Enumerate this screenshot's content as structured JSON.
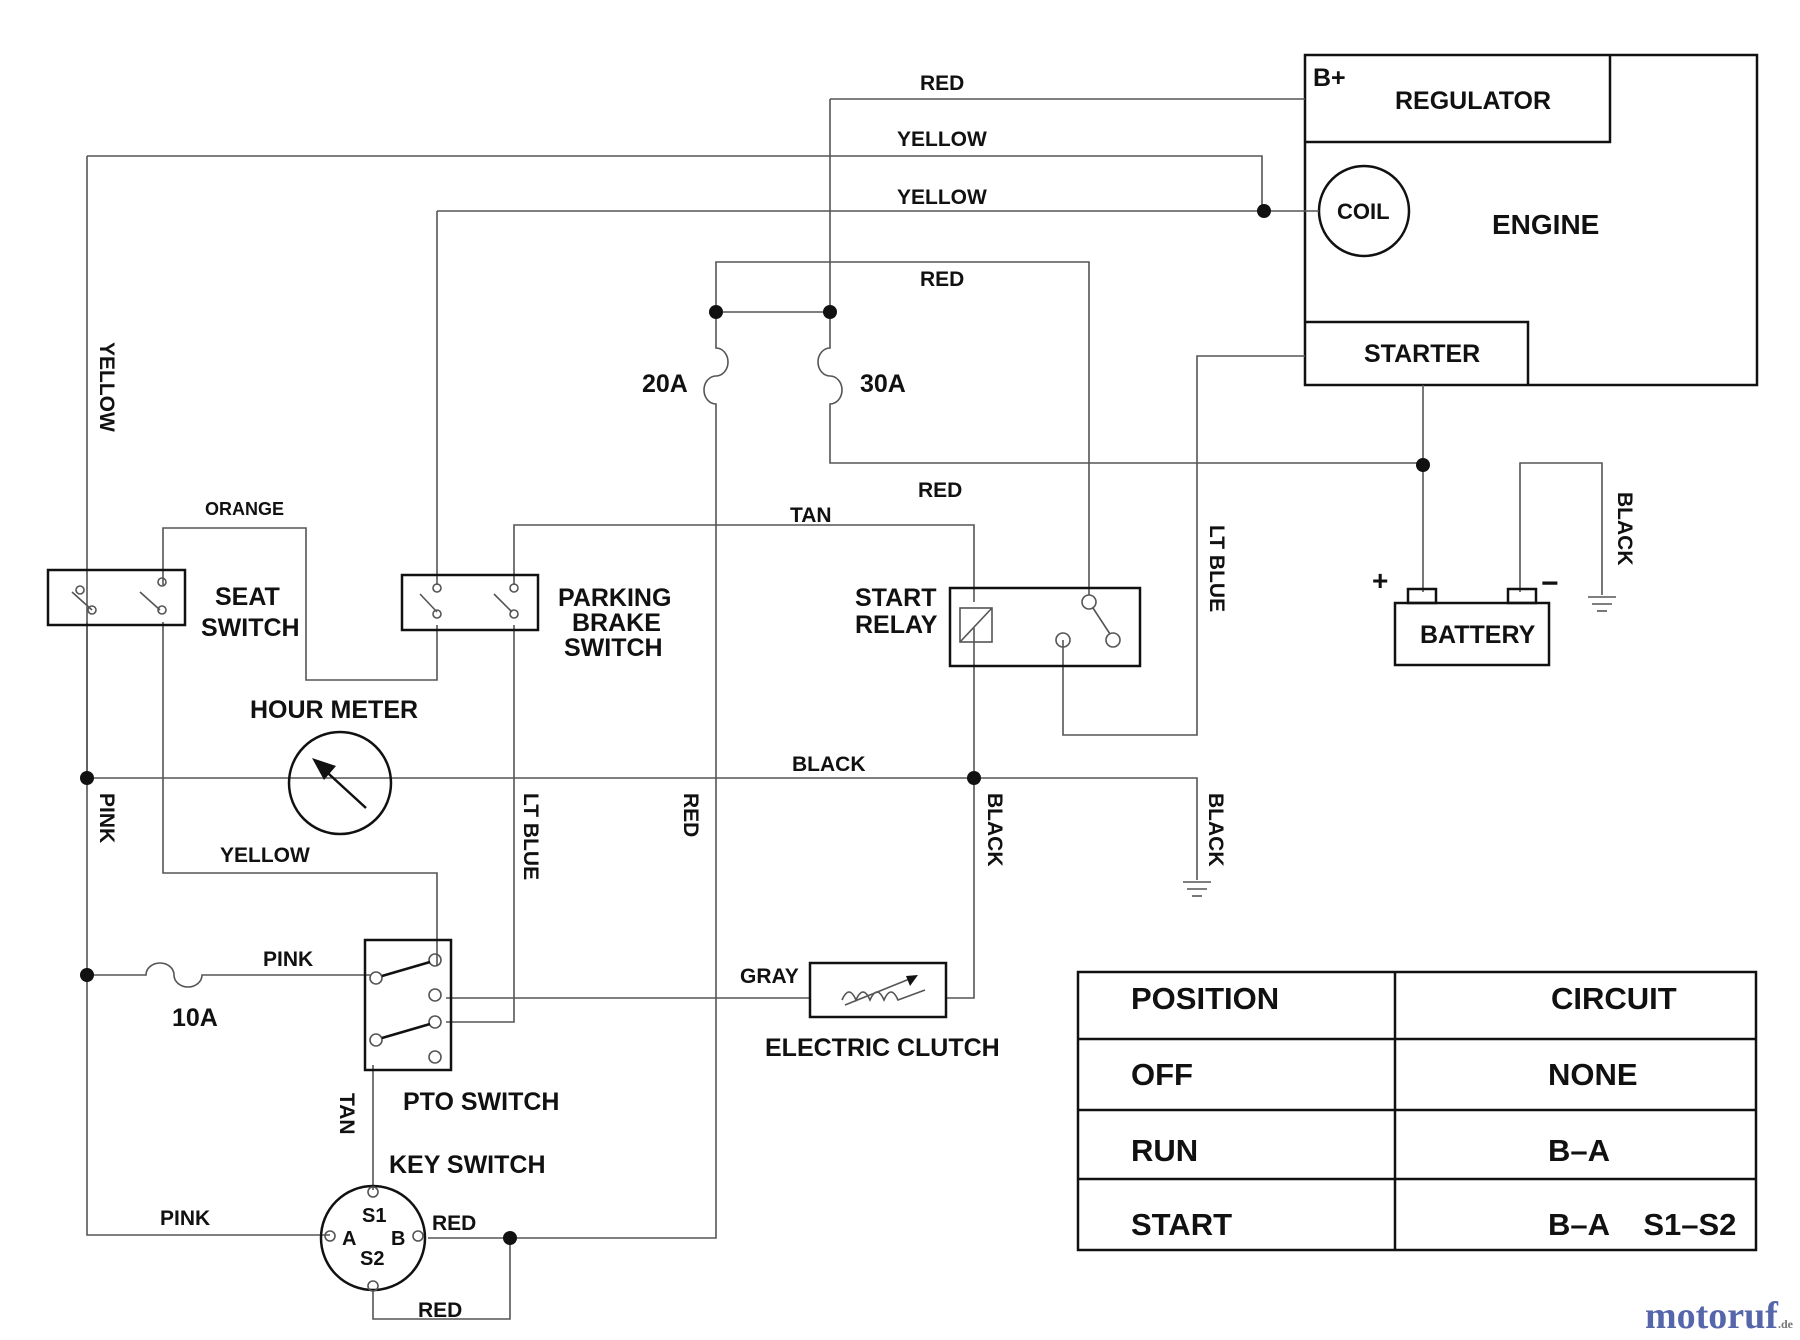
{
  "components": {
    "regulator": "REGULATOR",
    "bplus": "B+",
    "coil": "COIL",
    "engine": "ENGINE",
    "starter": "STARTER",
    "battery": "BATTERY",
    "plus": "+",
    "minus": "−",
    "fuse_20a": "20A",
    "fuse_30a": "30A",
    "fuse_10a": "10A",
    "seat_switch": [
      "SEAT",
      "SWITCH"
    ],
    "parking_brake_switch": [
      "PARKING",
      "BRAKE",
      "SWITCH"
    ],
    "start_relay": [
      "START",
      "RELAY"
    ],
    "hour_meter": "HOUR METER",
    "pto_switch": "PTO SWITCH",
    "key_switch": "KEY SWITCH",
    "electric_clutch": "ELECTRIC CLUTCH",
    "key_terminals": {
      "s1": "S1",
      "s2": "S2",
      "a": "A",
      "b": "B"
    }
  },
  "wire_labels": {
    "red_top": "RED",
    "yellow_top": "YELLOW",
    "yellow_coil": "YELLOW",
    "red_fuse": "RED",
    "red_starter": "RED",
    "yellow_left": "YELLOW",
    "orange": "ORANGE",
    "tan_top": "TAN",
    "black_ground": "BLACK",
    "lt_blue_right": "LT BLUE",
    "black_meter": "BLACK",
    "pink_left": "PINK",
    "yellow_seat": "YELLOW",
    "lt_blue_mid": "LT BLUE",
    "red_vertical": "RED",
    "black_clutch": "BLACK",
    "black_gnd2": "BLACK",
    "pink_fuse": "PINK",
    "gray": "GRAY",
    "tan_key": "TAN",
    "pink_key": "PINK",
    "red_key": "RED",
    "red_key_bottom": "RED"
  },
  "table": {
    "headers": [
      "POSITION",
      "CIRCUIT"
    ],
    "rows": [
      {
        "position": "OFF",
        "circuit": "NONE"
      },
      {
        "position": "RUN",
        "circuit": "B–A"
      },
      {
        "position": "START",
        "circuit": "B–A    S1–S2"
      }
    ]
  },
  "watermark": {
    "text": "motoruf",
    "suffix": ".de"
  }
}
